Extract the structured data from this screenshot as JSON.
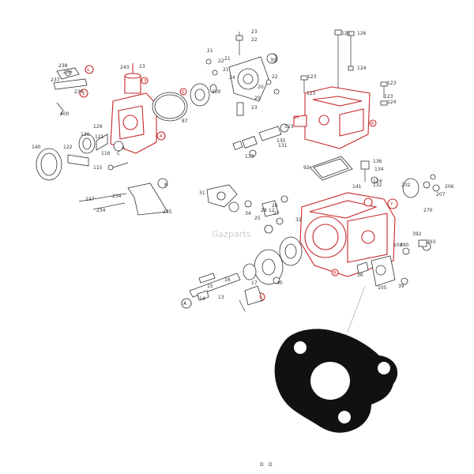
{
  "watermark": "Gazparts",
  "labels": [
    "125",
    "126",
    "123",
    "123",
    "124",
    "124",
    "123",
    "123",
    "123",
    "21",
    "22",
    "23",
    "22",
    "21",
    "20",
    "21",
    "22",
    "23",
    "24",
    "20",
    "200",
    "243",
    "23",
    "237",
    "234",
    "238",
    "236",
    "400",
    "140",
    "122",
    "130",
    "129",
    "121",
    "116",
    "115",
    "87",
    "92",
    "136",
    "135",
    "131",
    "133",
    "134",
    "237",
    "234",
    "234",
    "235",
    "132",
    "141",
    "124",
    "202",
    "206",
    "207",
    "270",
    "31",
    "34",
    "28",
    "26",
    "27",
    "25",
    "32",
    "36",
    "104",
    "392",
    "393",
    "390",
    "105",
    "39",
    "40",
    "17",
    "16",
    "15",
    "14",
    "13",
    "12",
    "30",
    "A",
    "A",
    "B",
    "C",
    "D",
    "D"
  ],
  "red_labels": [
    "1",
    "2",
    "3",
    "4",
    "5",
    "6",
    "7",
    "8",
    "9",
    "10"
  ]
}
